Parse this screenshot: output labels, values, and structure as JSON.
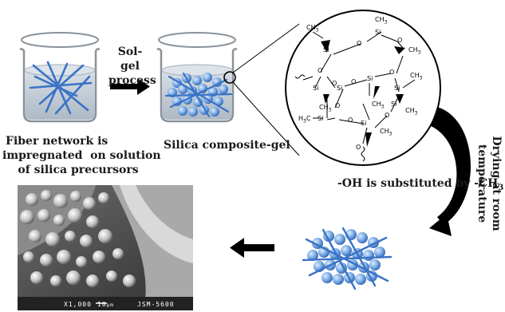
{
  "steps": {
    "process_label_line1": "Sol-gel",
    "process_label_line2": "process",
    "beaker1_caption_line1": "Fiber network is",
    "beaker1_caption_line2": "impregnated  on solution",
    "beaker1_caption_line3": "of silica precursors",
    "beaker2_caption": "Silica composite-gel",
    "drying_line1": "Drying at room",
    "drying_line2": "temperature",
    "substitution": "-OH is substituted by -CH",
    "substitution_sub": "3"
  },
  "molecule": {
    "si": "Si",
    "o": "O",
    "ch3": "CH",
    "h3c": "H",
    "c_suffix": "C",
    "sub3": "3"
  },
  "sem": {
    "magnification": "X1,000",
    "scale": "10",
    "scale_unit": "μm",
    "instrument": "JSM-5600"
  },
  "colors": {
    "fiber": "#3a73c6",
    "sphere": "#7fb0e8",
    "liquid": "#c9d3dc",
    "glass": "#8a929a"
  }
}
